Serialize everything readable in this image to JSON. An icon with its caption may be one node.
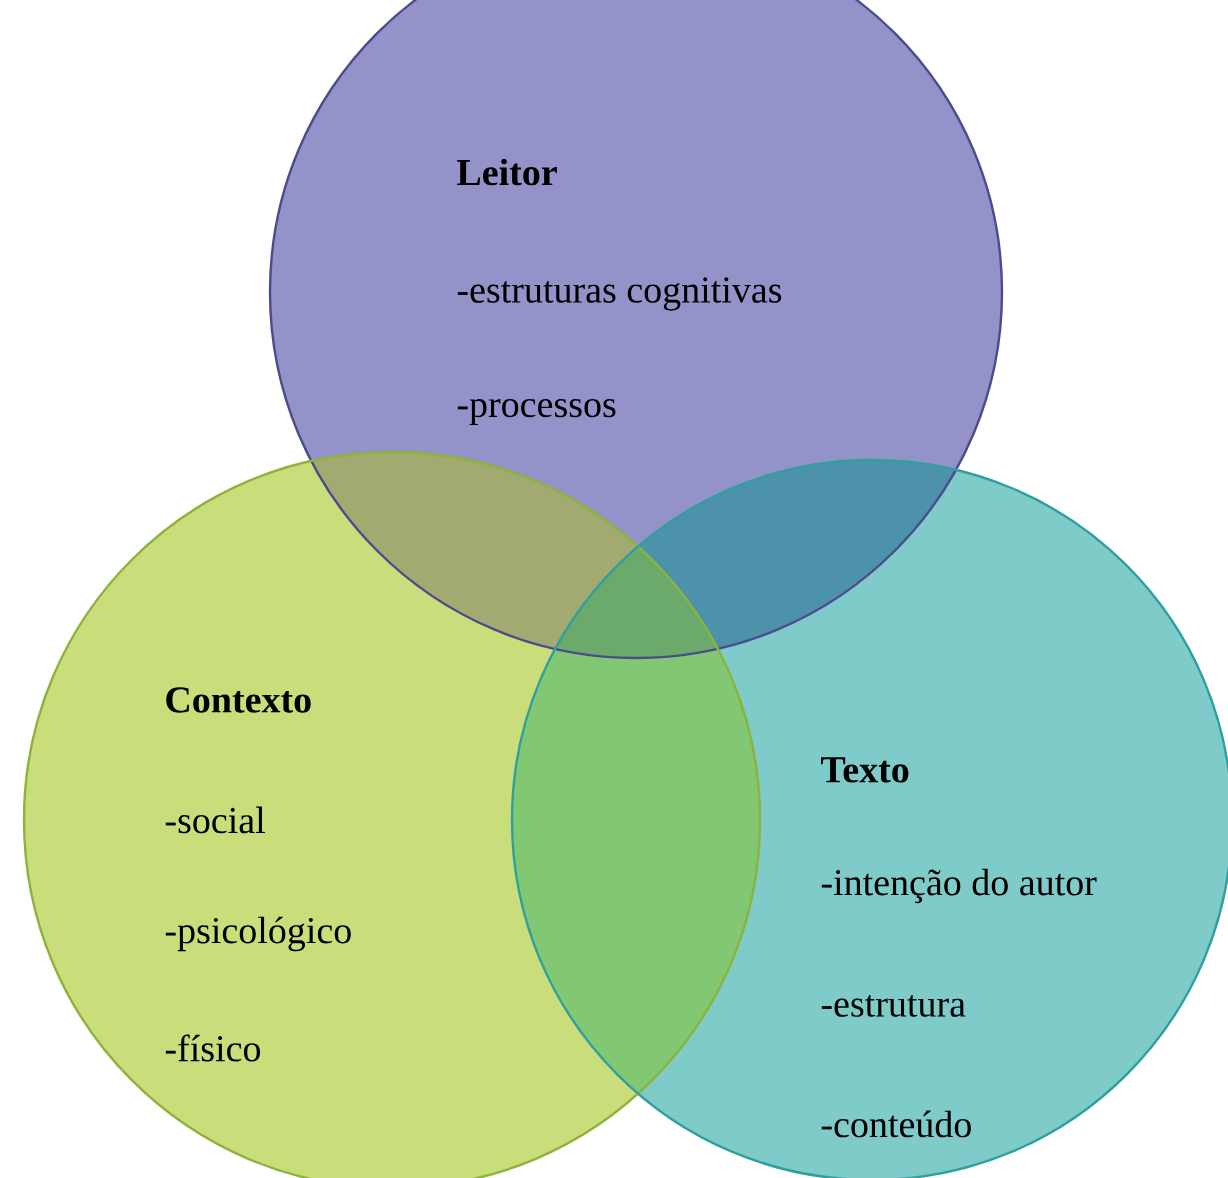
{
  "diagram": {
    "nodes": [
      {
        "text": [
          "Leitor",
          "-estruturas cognitivas",
          "-processos"
        ]
      },
      {
        "text": [
          "Contexto",
          "-social",
          "-psicológico",
          "-físico"
        ]
      },
      {
        "text": [
          "Texto",
          "-intenção do autor",
          "-estrutura",
          "-conteúdo"
        ]
      }
    ]
  }
}
